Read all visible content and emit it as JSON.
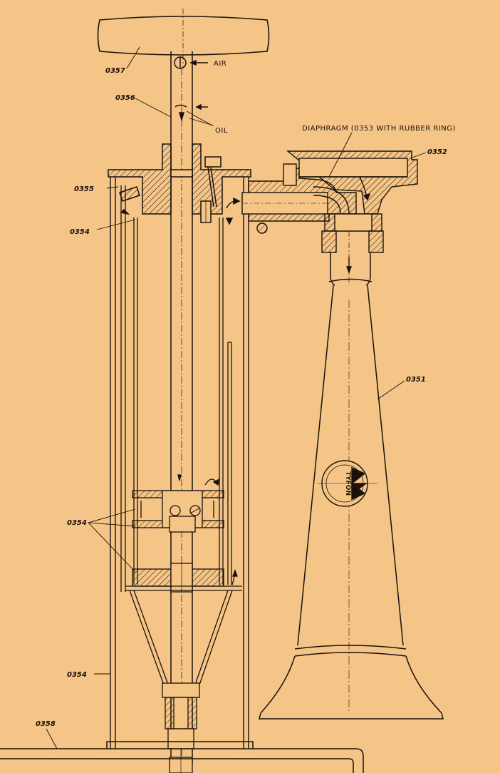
{
  "colors": {
    "background": "#f5c487",
    "ink": "#1a120b",
    "hatch": "#1a120b"
  },
  "labels": {
    "handle": "0357",
    "rod": "0356",
    "cap_screw": "0355",
    "piston_top": "0354",
    "piston_mid": "0354",
    "cylinder": "0354",
    "base": "0358",
    "horn": "0351",
    "diaphragm_cap": "0352"
  },
  "callouts": {
    "air": "AIR",
    "oil": "OIL",
    "diaphragm": "DIAPHRAGM  (0353  WITH RUBBER RING)"
  },
  "logo": {
    "text": "TYFON"
  }
}
